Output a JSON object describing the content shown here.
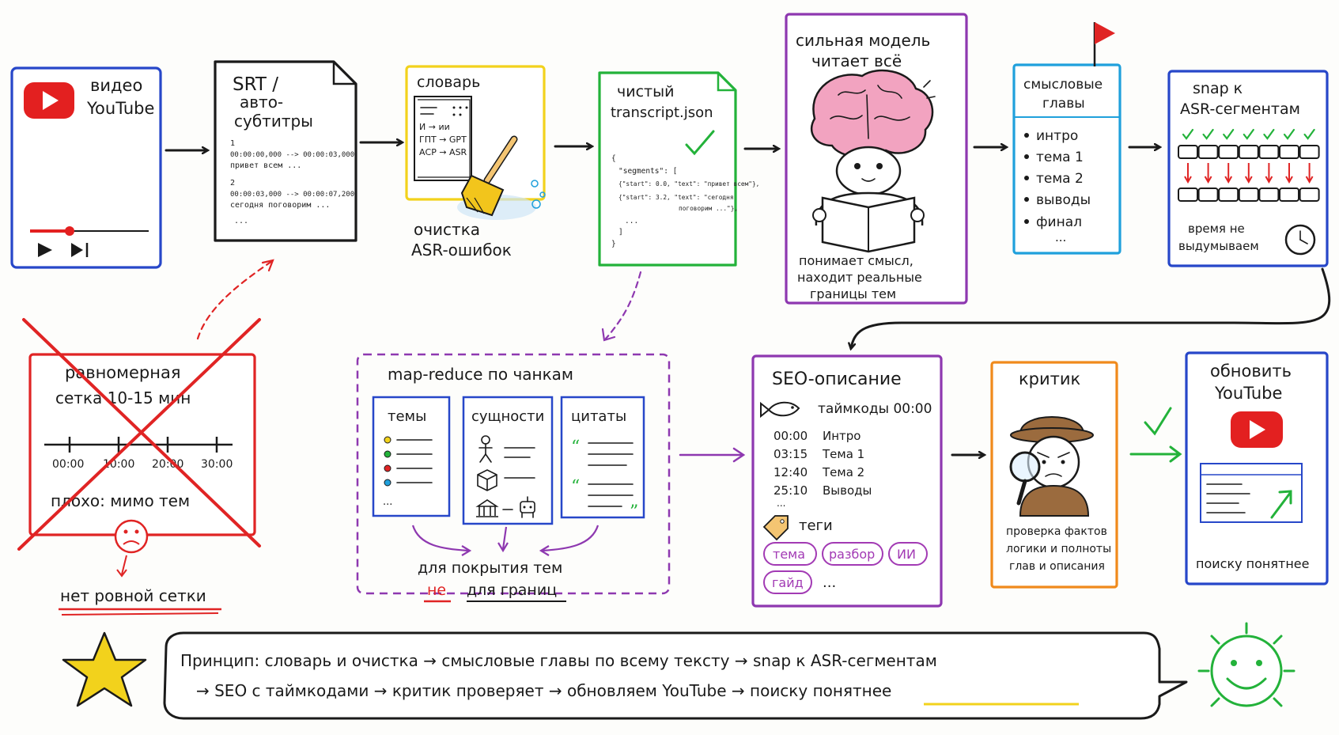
{
  "colors": {
    "blue": "#2747c9",
    "black": "#1a1a1a",
    "yellow": "#f2d21c",
    "green": "#23b23a",
    "purple": "#8e38b0",
    "cyan": "#1fa0dc",
    "red": "#e02424",
    "orange": "#f08a1c",
    "youtube_red": "#e32020",
    "brain_pink": "#f2a3c0",
    "tag_purple": "#a23ab4"
  },
  "video": {
    "title_line1": "видео",
    "title_line2": "YouTube",
    "icon": "youtube-logo-icon"
  },
  "srt": {
    "title_line1": "SRT /",
    "title_line2": "авто-",
    "title_line3": "субтитры",
    "lines": [
      "1",
      "00:00:00,000 --> 00:00:03,000",
      "привет всем ...",
      "2",
      "00:00:03,000 --> 00:00:07,200",
      "сегодня поговорим ...",
      "..."
    ]
  },
  "dictionary": {
    "title": "словарь",
    "entries": [
      "И → ии",
      "ГПТ → GPT",
      "АСР → ASR"
    ],
    "caption_line1": "очистка",
    "caption_line2": "ASR-ошибок",
    "icon": "broom-icon"
  },
  "transcript": {
    "title_line1": "чистый",
    "title_line2": "transcript.json",
    "code": [
      "{",
      "\"segments\": [",
      "{\"start\": 0.0, \"text\": \"привет всем\"},",
      "{\"start\": 3.2, \"text\": \"сегодня",
      "поговорим ...\"},",
      "...",
      "]",
      "}"
    ]
  },
  "model": {
    "title_line1": "сильная модель",
    "title_line2": "читает всё",
    "caption_line1": "понимает смысл,",
    "caption_line2": "находит реальные",
    "caption_line3": "границы тем",
    "icon": "brain-reader-icon"
  },
  "chapters": {
    "title_line1": "смысловые",
    "title_line2": "главы",
    "items": [
      "интро",
      "тема 1",
      "тема 2",
      "выводы",
      "финал"
    ],
    "more": "...",
    "icon": "flag-icon"
  },
  "snap": {
    "title_line1": "snap к",
    "title_line2": "ASR-сегментам",
    "caption_line1": "время не",
    "caption_line2": "выдумываем",
    "icon": "clock-icon"
  },
  "grid": {
    "title_line1": "равномерная",
    "title_line2": "сетка  10-15 мин",
    "ticks": [
      "00:00",
      "10:00",
      "20:00",
      "30:00"
    ],
    "bad": "плохо: мимо тем",
    "verdict": "нет ровной сетки",
    "icon": "sad-face-icon"
  },
  "mapreduce": {
    "title": "map-reduce  по  чанкам",
    "col1_title": "темы",
    "col2_title": "сущности",
    "col3_title": "цитаты",
    "more": "...",
    "caption_line1": "для  покрытия  тем",
    "caption_not": "не",
    "caption_rest": "для  границ"
  },
  "seo": {
    "title": "SEO-описание",
    "timecodes_label": "таймкоды 00:00",
    "timecodes": [
      {
        "time": "00:00",
        "label": "Интро"
      },
      {
        "time": "03:15",
        "label": "Тема 1"
      },
      {
        "time": "12:40",
        "label": "Тема 2"
      },
      {
        "time": "25:10",
        "label": "Выводы"
      }
    ],
    "more": "...",
    "tags_label": "теги",
    "tags": [
      "тема",
      "разбор",
      "ИИ",
      "гайд"
    ],
    "tags_more": "...",
    "icon": "fish-icon"
  },
  "critic": {
    "title": "критик",
    "caption_line1": "проверка фактов",
    "caption_line2": "логики и полноты",
    "caption_line3": "глав и описания",
    "icon": "detective-icon"
  },
  "update": {
    "title_line1": "обновить",
    "title_line2": "YouTube",
    "caption": "поиску понятнее",
    "icon": "youtube-logo-icon"
  },
  "principle": {
    "line1": "Принцип:  словарь и  очистка  →  смысловые  главы  по  всему  тексту  →  snap  к  ASR-сегментам",
    "line2_part1": "→  SEO  с  таймкодами  →  критик  проверяет  →  обновляем  YouTube  →  ",
    "line2_highlight": "поиску  понятнее",
    "icon": "star-icon",
    "sun_icon": "smiling-sun-icon"
  }
}
